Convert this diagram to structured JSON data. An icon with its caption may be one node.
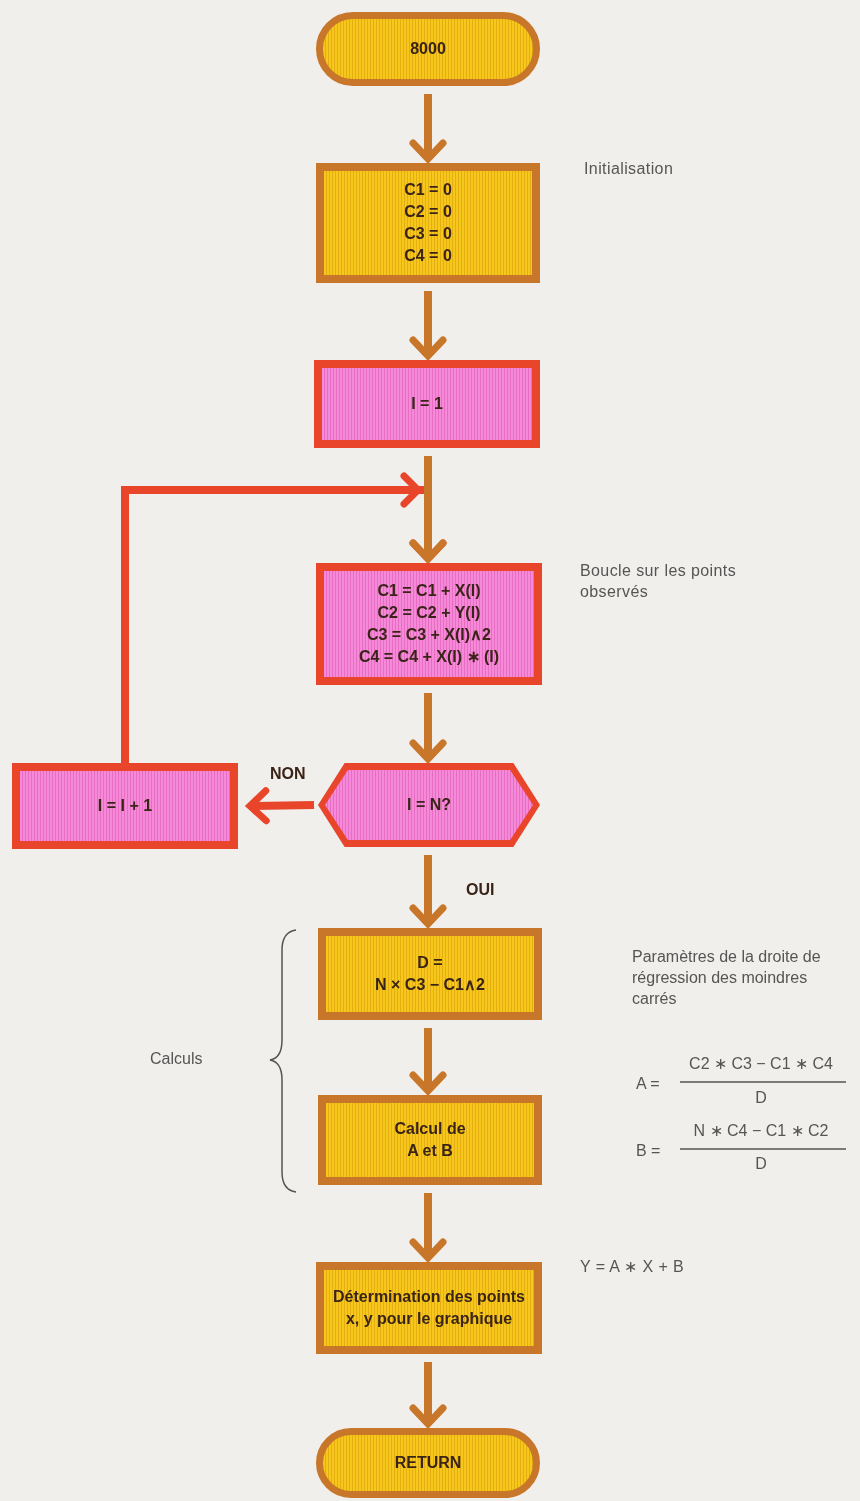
{
  "diagram": {
    "nodes": [
      {
        "text": [
          "8000"
        ]
      },
      {
        "text": [
          "C1 = 0",
          "C2 = 0",
          "C3 = 0",
          "C4 = 0"
        ],
        "beside": [
          "Initialisation"
        ]
      },
      {
        "text": [
          "I = 1"
        ]
      },
      {
        "text": [
          "C1 = C1 + X(I)",
          "C2 = C2 + Y(I)",
          "C3 = C3 + X(I)∧2",
          "C4 = C4 + X(I) ∗ (I)"
        ],
        "beside": [
          "Boucle sur les points observés"
        ]
      },
      {
        "text": [
          "I = N?"
        ]
      },
      {
        "text": [
          "I = I + 1"
        ]
      },
      {
        "text": [
          "D =",
          "N × C3 − C1∧2"
        ]
      },
      {
        "text": [
          "Calcul de A et B"
        ]
      },
      {
        "text": [
          "Détermination des points x, y pour le graphique"
        ],
        "beside": [
          "Y = A ∗ X + B"
        ]
      },
      {
        "text": [
          "RETURN"
        ]
      }
    ],
    "edges": [
      {
        "from": 0,
        "to": 1,
        "arrow": "to"
      },
      {
        "from": 1,
        "to": 2,
        "arrow": "to"
      },
      {
        "from": 2,
        "to": 3,
        "arrow": "to"
      },
      {
        "from": 3,
        "to": 4,
        "arrow": "to"
      },
      {
        "from": 4,
        "to": 5,
        "arrow": "to",
        "label": "NON",
        "color": "#e8452a"
      },
      {
        "from": 5,
        "to": 3,
        "arrow": "to",
        "color": "#e8452a"
      },
      {
        "from": 4,
        "to": 6,
        "arrow": "to",
        "label": "OUI"
      },
      {
        "from": 6,
        "to": 7,
        "arrow": "to"
      },
      {
        "from": 7,
        "to": 8,
        "arrow": "to"
      },
      {
        "from": 8,
        "to": 9,
        "arrow": "to"
      }
    ],
    "labels": [
      "Calculs",
      "Paramètres de la droite de régression des moindres carrés",
      "A =",
      "C2 ∗ C3 − C1 ∗ C4",
      "D",
      "B =",
      "N ∗ C4 − C1 ∗ C2",
      "D"
    ]
  }
}
